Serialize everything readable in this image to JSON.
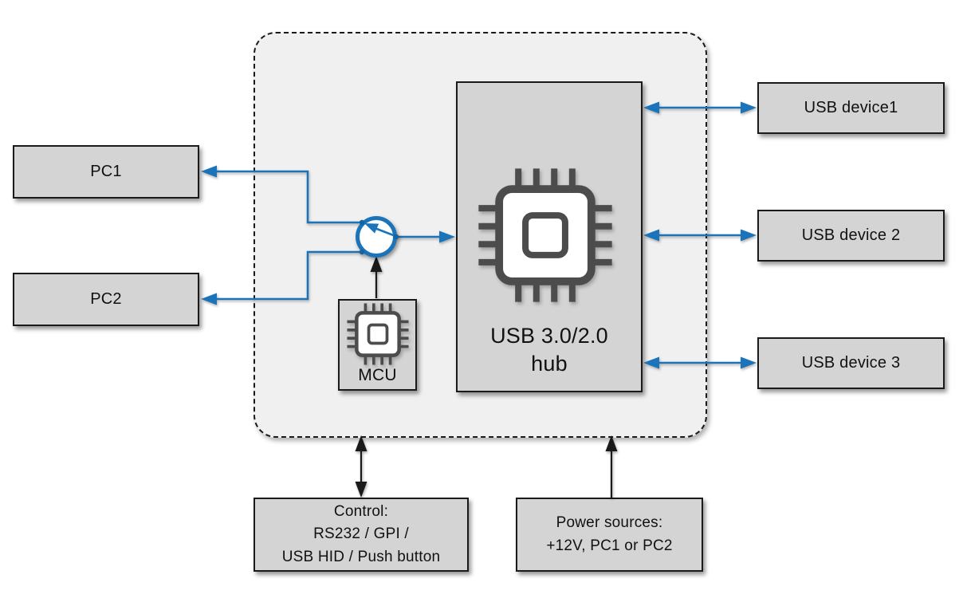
{
  "colors": {
    "accent_blue": "#1b74ba",
    "accent_blue_dark": "#15649e",
    "box_fill": "#d4d4d4",
    "container_fill": "#f0f0f0",
    "box_border": "#1a1a1a",
    "chip_stroke": "#4c4c4c",
    "text": "#111111"
  },
  "icons": {
    "hub_chip": "chip-icon",
    "mcu_chip": "chip-icon",
    "switch": "selector-switch-icon"
  },
  "diagram": {
    "pc1": "PC1",
    "pc2": "PC2",
    "hub_line1": "USB 3.0/2.0",
    "hub_line2": "hub",
    "mcu": "MCU",
    "usb_device1": "USB device1",
    "usb_device2": "USB device 2",
    "usb_device3": "USB device 3",
    "control_line1": "Control:",
    "control_line2": "RS232 / GPI /",
    "control_line3": "USB HID / Push button",
    "power_line1": "Power sources:",
    "power_line2": "+12V, PC1 or PC2"
  }
}
